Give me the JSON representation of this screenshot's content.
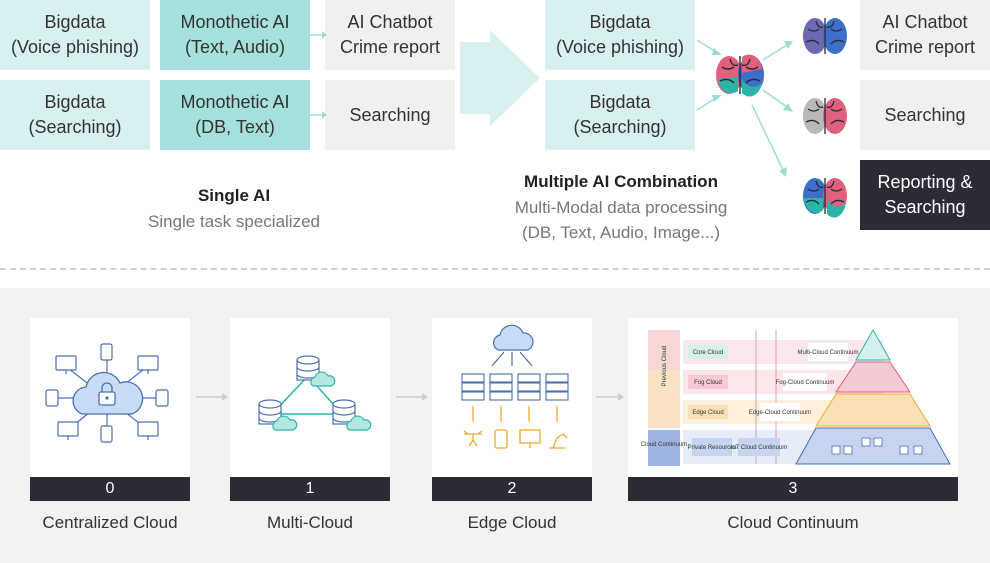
{
  "single": {
    "rows": [
      {
        "data": "Bigdata\n(Voice phishing)",
        "model": "Monothetic AI\n(Text, Audio)",
        "output": "AI Chatbot\nCrime report"
      },
      {
        "data": "Bigdata\n(Searching)",
        "model": "Monothetic AI\n(DB, Text)",
        "output": "Searching"
      }
    ],
    "title": "Single AI",
    "subtitle": "Single task specialized"
  },
  "multi": {
    "inputs": [
      "Bigdata\n(Voice phishing)",
      "Bigdata\n(Searching)"
    ],
    "outputs": [
      "AI Chatbot\nCrime report",
      "Searching",
      "Reporting &\nSearching"
    ],
    "title": "Multiple AI Combination",
    "subtitle": "Multi-Modal data processing\n(DB, Text, Audio, Image...)"
  },
  "stages": [
    {
      "num": "0",
      "label": "Centralized Cloud"
    },
    {
      "num": "1",
      "label": "Multi-Cloud"
    },
    {
      "num": "2",
      "label": "Edge Cloud"
    },
    {
      "num": "3",
      "label": "Cloud Continuum"
    }
  ],
  "continuum": {
    "side_top": "Previous Cloud",
    "side_bottom": "Cloud\nContinuum",
    "core": "Core Cloud",
    "fog": "Fog Cloud",
    "edge": "Edge Cloud",
    "multi": "Multi-Cloud\nContinuum",
    "fog_cont": "Fog-Cloud\nContinuum",
    "edge_cont": "Edge-Cloud\nContinuum",
    "private": "Private\nResources",
    "iot": "IoT Cloud\nContinuum"
  },
  "colors": {
    "teal_light": "#d8f0ef",
    "teal_mid": "#a6e0dc",
    "dark": "#2b2c35",
    "brain_blue": "#3b6fc9",
    "brain_pink": "#e0607e",
    "brain_teal": "#2bb5a8"
  }
}
